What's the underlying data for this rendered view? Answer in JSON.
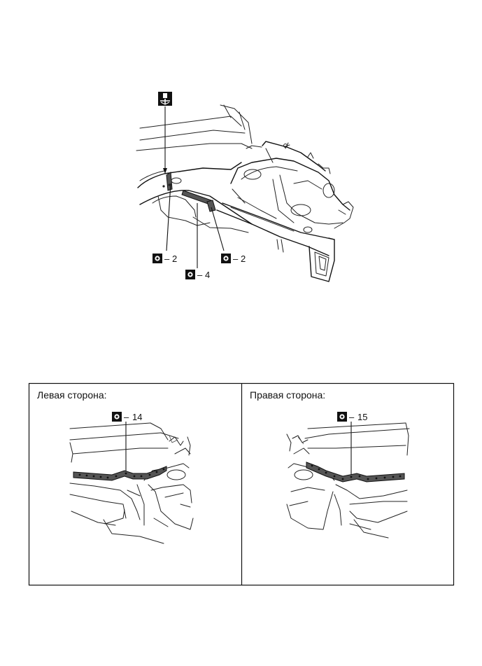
{
  "top_diagram": {
    "callouts": [
      {
        "id": "weld-left",
        "value": "2"
      },
      {
        "id": "weld-center",
        "value": "4"
      },
      {
        "id": "weld-right",
        "value": "2"
      }
    ],
    "top_symbol_icon": "spot-weld-stud-icon",
    "callout_symbol_icon": "spot-weld-square-icon",
    "dash": "–"
  },
  "panels": [
    {
      "title": "Левая сторона:",
      "callout_value": "14",
      "dash": "–"
    },
    {
      "title": "Правая сторона:",
      "callout_value": "15",
      "dash": "–"
    }
  ]
}
